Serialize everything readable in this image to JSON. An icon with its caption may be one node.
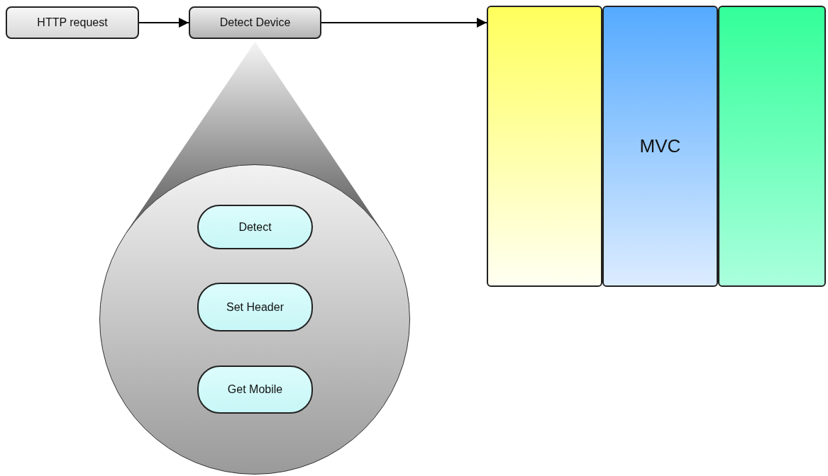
{
  "diagram": {
    "nodes": [
      {
        "text": [
          "HTTP request"
        ]
      },
      {
        "text": [
          "Detect Device"
        ]
      },
      {
        "text": [],
        "shape": "circle"
      },
      {
        "text": [
          "Detect"
        ],
        "in": 2
      },
      {
        "text": [
          "Set Header"
        ],
        "in": 2
      },
      {
        "text": [
          "Get Mobile"
        ],
        "in": 2
      },
      {
        "text": [],
        "shape": "box"
      },
      {
        "text": [
          "MVC"
        ]
      },
      {
        "text": [],
        "shape": "box"
      }
    ],
    "edges": [
      {
        "from": 0,
        "to": 1,
        "arrow": "to"
      },
      {
        "from": 1,
        "to": 6,
        "arrow": "to"
      }
    ]
  }
}
